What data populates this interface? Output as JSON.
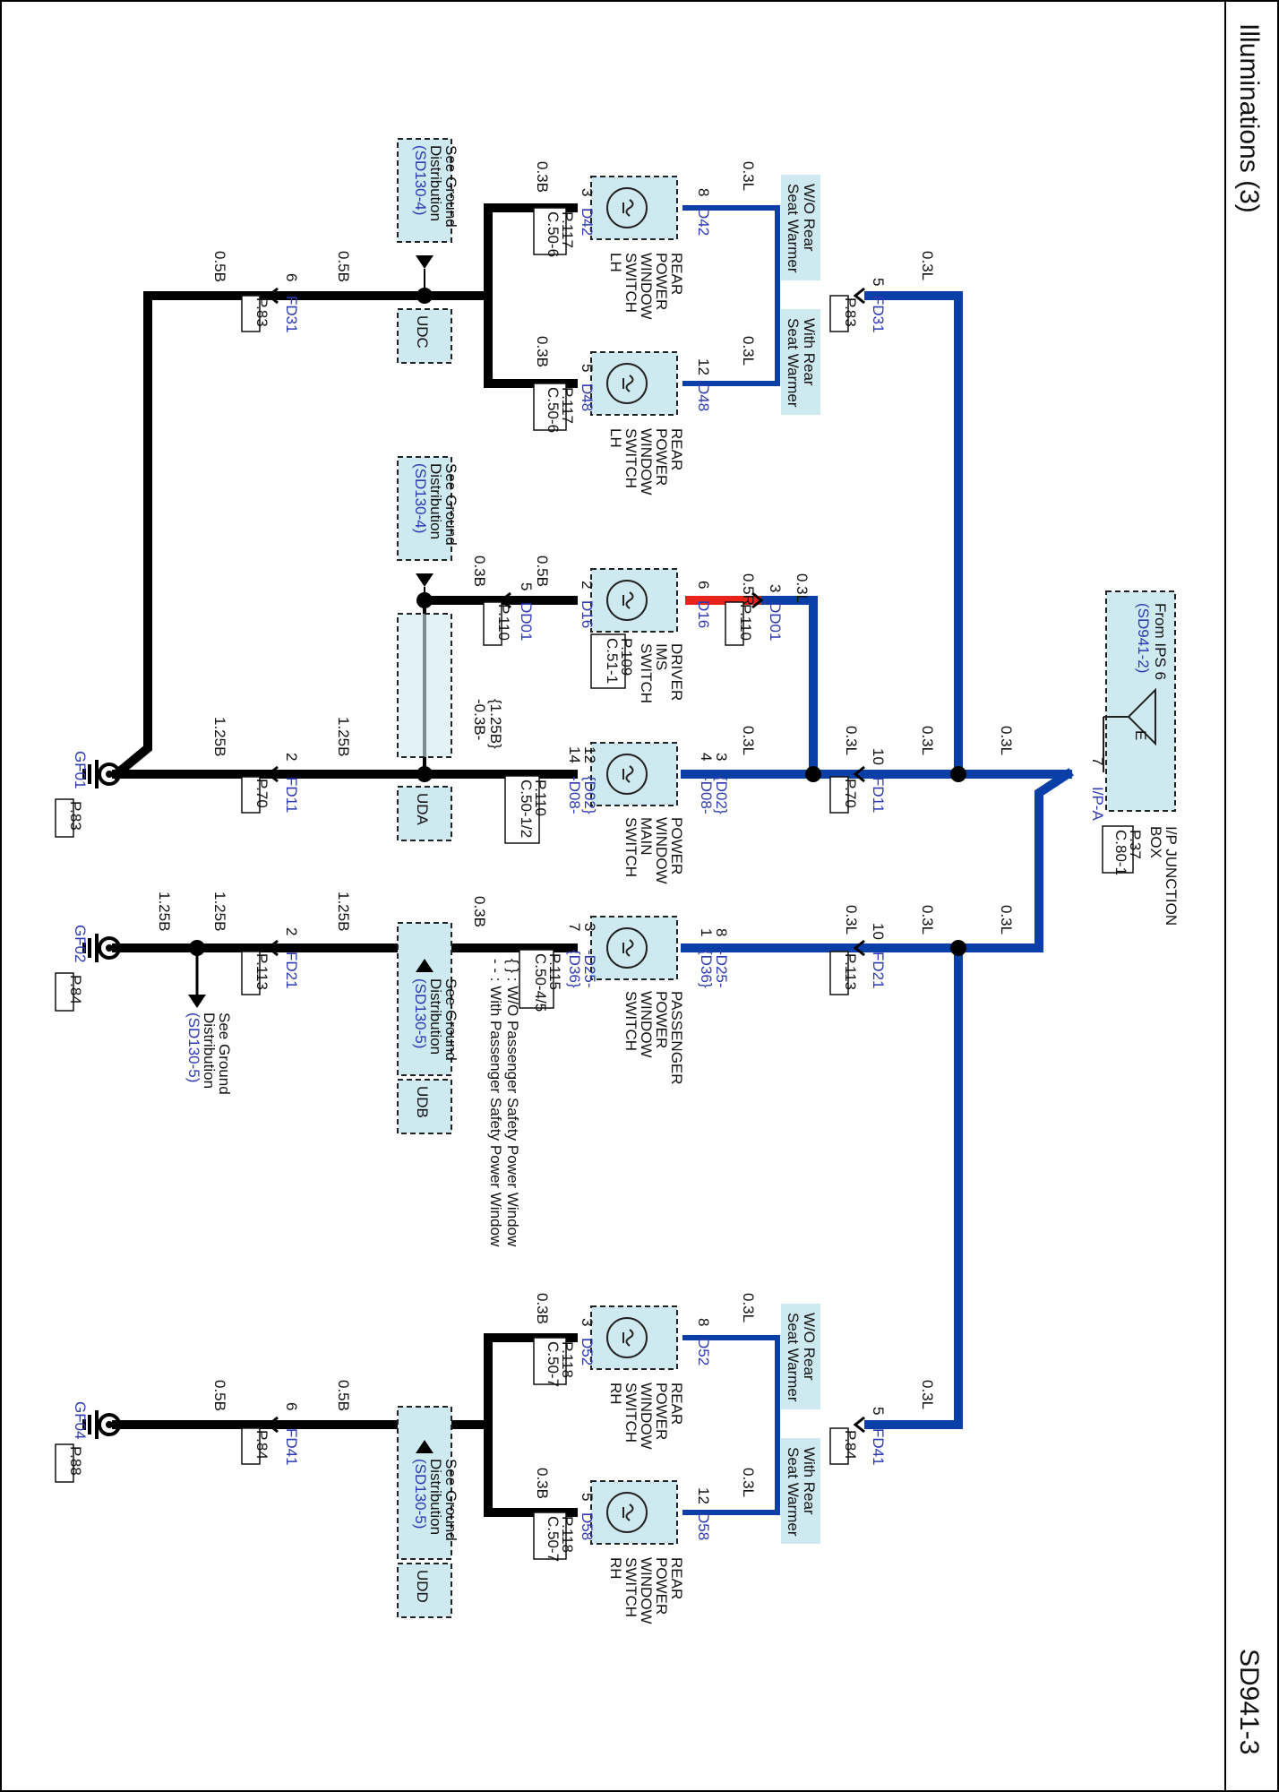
{
  "page": {
    "title": "Illuminations (3)",
    "code": "SD941-3"
  },
  "junction_box": {
    "name_1": "I/P JUNCTION",
    "name_2": "BOX",
    "page_ref": "P.37",
    "conn_ref": "C.80-1",
    "from_1": "From IPS 6",
    "from_2": "(SD941-2)",
    "symbol": "E",
    "pin": "7",
    "connector": "I/P-A"
  },
  "wire_sizes": {
    "l03": "0.3L",
    "r05": "0.5R",
    "b03": "0.3B",
    "b05": "0.5B",
    "b125": "1.25B",
    "alt_a": "{1.25B}",
    "alt_b": "-0.3B-"
  },
  "notes": {
    "wo_rear_1": "W/O Rear",
    "wo_rear_2": "Seat Warmer",
    "with_rear_1": "With Rear",
    "with_rear_2": "Seat Warmer",
    "legend_1": "{ } : W/O Passenger Safety Power Window",
    "legend_2": "- - : With Passenger Safety Power Window",
    "ground_1": "See Ground",
    "ground_2": "Distribution",
    "sd130_4": "(SD130-4)",
    "sd130_5": "(SD130-5)"
  },
  "connectors": {
    "fd31": "FD31",
    "fd11": "FD11",
    "fd21": "FD21",
    "fd41": "FD41",
    "dd01": "DD01",
    "p83": "P.83",
    "p70": "P.70",
    "p113": "P.113",
    "p84": "P.84",
    "p110": "P.110",
    "pin5": "5",
    "pin6": "6",
    "pin10": "10",
    "pin2": "2",
    "pin3": "3"
  },
  "switches": {
    "rear_lh_1": {
      "name_1": "REAR",
      "name_2": "POWER",
      "name_3": "WINDOW",
      "name_4": "SWITCH",
      "name_5": "LH",
      "conn": "D42",
      "pin_top": "8",
      "pin_bot": "3",
      "page_ref": "P.117",
      "conn_ref": "C.50-6"
    },
    "rear_lh_2": {
      "name_1": "REAR",
      "name_2": "POWER",
      "name_3": "WINDOW",
      "name_4": "SWITCH",
      "name_5": "LH",
      "conn": "D48",
      "pin_top": "12",
      "pin_bot": "5",
      "page_ref": "P.117",
      "conn_ref": "C.50-6"
    },
    "driver_ims": {
      "name_1": "DRIVER",
      "name_2": "IMS",
      "name_3": "SWITCH",
      "conn": "D16",
      "pin_top": "6",
      "pin_bot": "2",
      "page_ref": "P.109",
      "conn_ref": "C.51-1"
    },
    "main": {
      "name_1": "POWER",
      "name_2": "WINDOW",
      "name_3": "MAIN",
      "name_4": "SWITCH",
      "conn_a": "{D02}",
      "conn_b": "-D08-",
      "pin_top_a": "3",
      "pin_top_b": "4",
      "pin_bot_a": "12",
      "pin_bot_b": "14",
      "page_ref": "P.110",
      "conn_ref": "C.50-1/2"
    },
    "passenger": {
      "name_1": "PASSENGER",
      "name_2": "POWER",
      "name_3": "WINDOW",
      "name_4": "SWITCH",
      "conn_a": "-D25-",
      "conn_b": "{D36}",
      "pin_top_a": "8",
      "pin_top_b": "1",
      "pin_bot_a": "3",
      "pin_bot_b": "7",
      "page_ref": "P.115",
      "conn_ref": "C.50-4/5"
    },
    "rear_rh_1": {
      "name_1": "REAR",
      "name_2": "POWER",
      "name_3": "WINDOW",
      "name_4": "SWITCH",
      "name_5": "RH",
      "conn": "D52",
      "pin_top": "8",
      "pin_bot": "3",
      "page_ref": "P.118",
      "conn_ref": "C.50-7"
    },
    "rear_rh_2": {
      "name_1": "REAR",
      "name_2": "POWER",
      "name_3": "WINDOW",
      "name_4": "SWITCH",
      "name_5": "RH",
      "conn": "D58",
      "pin_top": "12",
      "pin_bot": "5",
      "page_ref": "P.118",
      "conn_ref": "C.50-7"
    }
  },
  "splices": {
    "udc": "UDC",
    "uda": "UDA",
    "udb": "UDB",
    "udd": "UDD"
  },
  "grounds": {
    "gf01": "GF01",
    "gf01_ref": "P.83",
    "gf02": "GF02",
    "gf02_ref": "P.84",
    "gf04": "GF04",
    "gf04_ref": "P.88"
  },
  "colors": {
    "wire_blue": "#0b3fa8",
    "wire_red": "#e8231b",
    "component_fill": "#cfe9f1"
  }
}
